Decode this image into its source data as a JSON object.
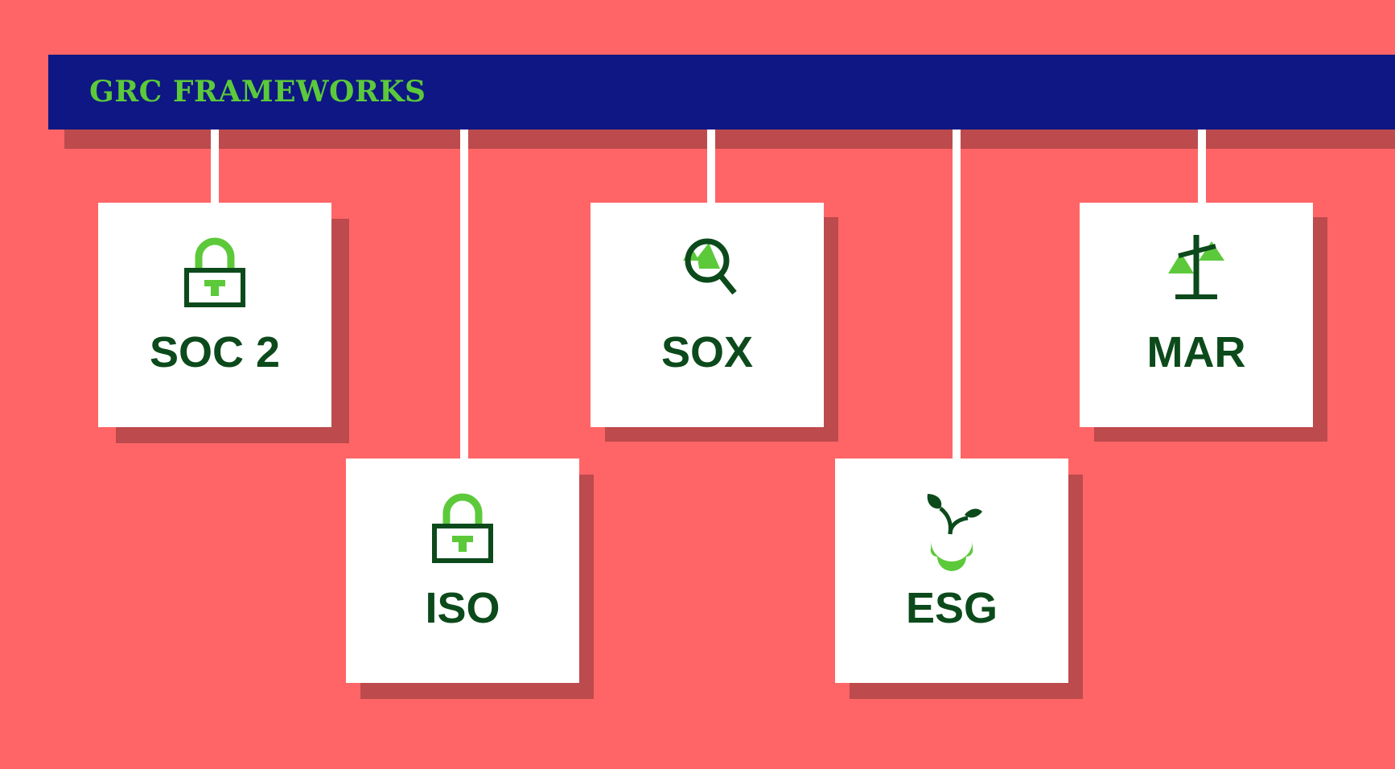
{
  "header": {
    "title": "GRC FRAMEWORKS"
  },
  "colors": {
    "background": "#ff6566",
    "header_bar": "#0e1784",
    "accent_green": "#5cc93a",
    "dark_green": "#0c4a1b",
    "shadow": "#bd4a4d"
  },
  "frameworks": [
    {
      "label": "SOC 2",
      "icon": "padlock-icon"
    },
    {
      "label": "ISO",
      "icon": "padlock-icon"
    },
    {
      "label": "SOX",
      "icon": "magnifier-chart-icon"
    },
    {
      "label": "ESG",
      "icon": "sprout-icon"
    },
    {
      "label": "MAR",
      "icon": "scales-icon"
    }
  ]
}
